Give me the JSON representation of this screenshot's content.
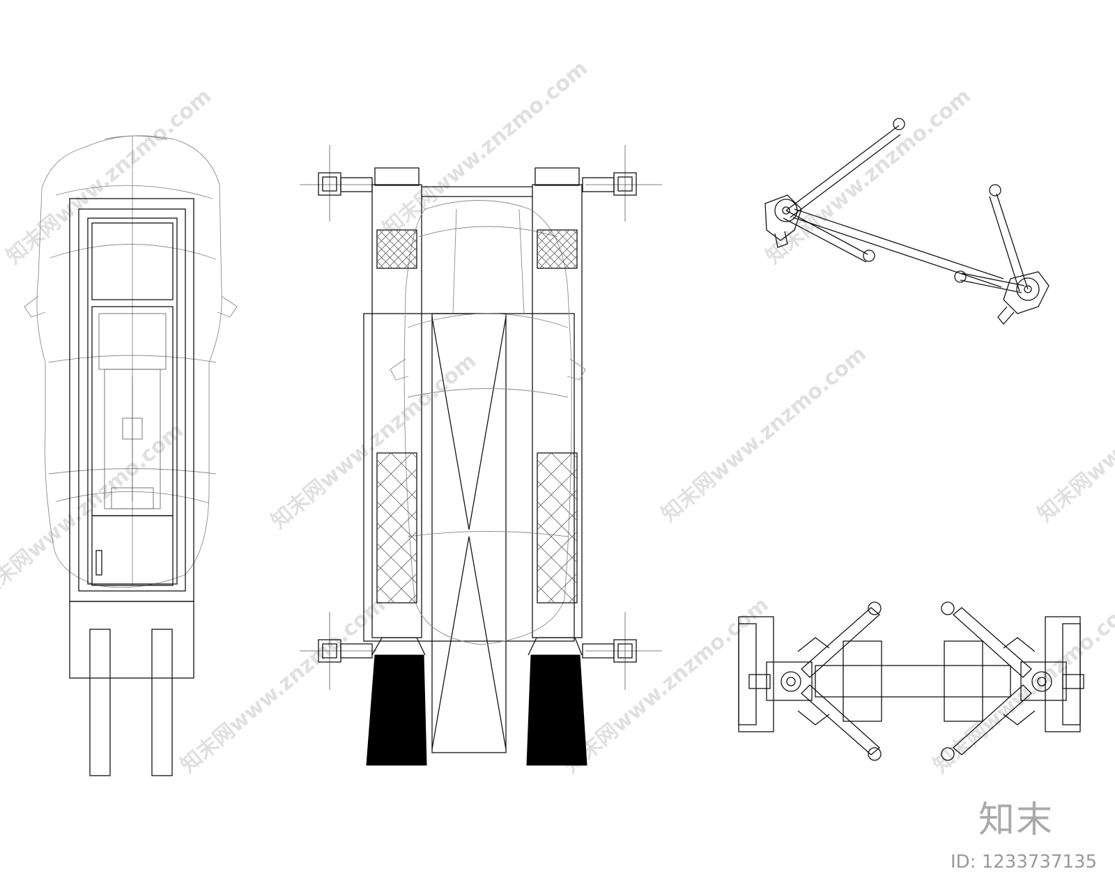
{
  "brand": {
    "logo_text": "知末",
    "id_text": "ID: 1233737135"
  },
  "watermark": {
    "text": "知末网www.znzmo.com"
  },
  "colors": {
    "line": "#111111",
    "car_outline": "#8a8a8a",
    "fill_black": "#000000",
    "watermark": "#c8c8c8"
  }
}
